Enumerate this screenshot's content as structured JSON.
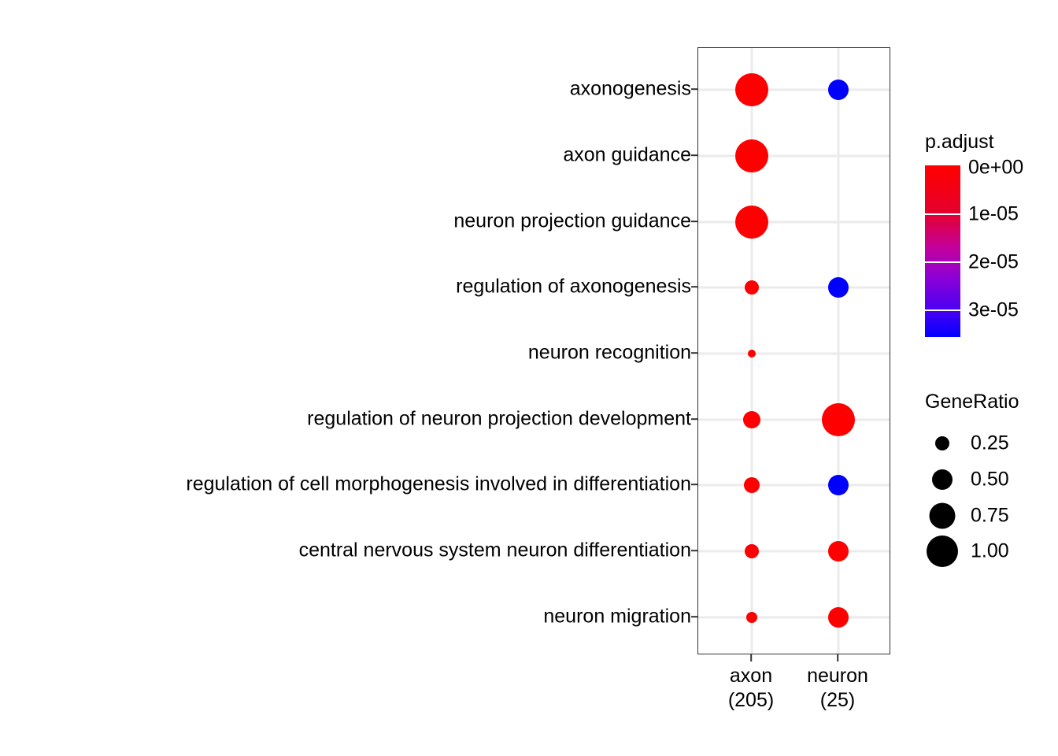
{
  "chart_data": {
    "type": "scatter",
    "subtype": "dotplot",
    "title": "",
    "xlabel": "",
    "ylabel": "",
    "grid": true,
    "categories_x": [
      "axon\n(205)",
      "neuron\n(25)"
    ],
    "x_tick_labels": [
      {
        "name": "axon",
        "count": "(205)"
      },
      {
        "name": "neuron",
        "count": "(25)"
      }
    ],
    "y_categories": [
      "axonogenesis",
      "axon guidance",
      "neuron projection guidance",
      "regulation of axonogenesis",
      "neuron recognition",
      "regulation of neuron projection development",
      "regulation of cell morphogenesis involved in differentiation",
      "central nervous system neuron differentiation",
      "neuron migration"
    ],
    "points": [
      {
        "x": "axon",
        "y": "axonogenesis",
        "GeneRatio": 1.0,
        "p.adjust": 0.0,
        "color": "#FF0000",
        "radius_px": 21
      },
      {
        "x": "neuron",
        "y": "axonogenesis",
        "GeneRatio": 0.52,
        "p.adjust": 3.5e-05,
        "color": "#0000FF",
        "radius_px": 13
      },
      {
        "x": "axon",
        "y": "axon guidance",
        "GeneRatio": 1.0,
        "p.adjust": 0.0,
        "color": "#FF0000",
        "radius_px": 21
      },
      {
        "x": "axon",
        "y": "neuron projection guidance",
        "GeneRatio": 1.0,
        "p.adjust": 0.0,
        "color": "#FF0000",
        "radius_px": 21
      },
      {
        "x": "axon",
        "y": "regulation of axonogenesis",
        "GeneRatio": 0.3,
        "p.adjust": 0.0,
        "color": "#FF0000",
        "radius_px": 9
      },
      {
        "x": "neuron",
        "y": "regulation of axonogenesis",
        "GeneRatio": 0.52,
        "p.adjust": 3.5e-05,
        "color": "#0000FF",
        "radius_px": 13
      },
      {
        "x": "axon",
        "y": "neuron recognition",
        "GeneRatio": 0.13,
        "p.adjust": 0.0,
        "color": "#FF0000",
        "radius_px": 5
      },
      {
        "x": "axon",
        "y": "regulation of neuron projection development",
        "GeneRatio": 0.38,
        "p.adjust": 0.0,
        "color": "#FF0000",
        "radius_px": 11
      },
      {
        "x": "neuron",
        "y": "regulation of neuron projection development",
        "GeneRatio": 1.0,
        "p.adjust": 0.0,
        "color": "#FF0000",
        "radius_px": 21
      },
      {
        "x": "axon",
        "y": "regulation of cell morphogenesis involved in differentiation",
        "GeneRatio": 0.33,
        "p.adjust": 0.0,
        "color": "#FF0000",
        "radius_px": 10
      },
      {
        "x": "neuron",
        "y": "regulation of cell morphogenesis involved in differentiation",
        "GeneRatio": 0.52,
        "p.adjust": 3.5e-05,
        "color": "#0000FF",
        "radius_px": 13
      },
      {
        "x": "axon",
        "y": "central nervous system neuron differentiation",
        "GeneRatio": 0.29,
        "p.adjust": 0.0,
        "color": "#FF0000",
        "radius_px": 9
      },
      {
        "x": "neuron",
        "y": "central nervous system neuron differentiation",
        "GeneRatio": 0.52,
        "p.adjust": 0.0,
        "color": "#FF0000",
        "radius_px": 13
      },
      {
        "x": "axon",
        "y": "neuron migration",
        "GeneRatio": 0.22,
        "p.adjust": 0.0,
        "color": "#FF0000",
        "radius_px": 7
      },
      {
        "x": "neuron",
        "y": "neuron migration",
        "GeneRatio": 0.52,
        "p.adjust": 0.0,
        "color": "#FF0000",
        "radius_px": 13
      }
    ],
    "legends": {
      "color": {
        "title": "p.adjust",
        "tick_labels": [
          "0e+00",
          "1e-05",
          "2e-05",
          "3e-05"
        ],
        "tick_values": [
          0,
          1e-05,
          2e-05,
          3e-05
        ],
        "range": [
          0,
          3.6e-05
        ],
        "high_color": "#FF0000",
        "low_color": "#0000FF",
        "position": "right"
      },
      "size": {
        "title": "GeneRatio",
        "labels": [
          "0.25",
          "0.50",
          "0.75",
          "1.00"
        ],
        "values": [
          0.25,
          0.5,
          0.75,
          1.0
        ],
        "key_color": "#000000",
        "position": "right"
      }
    }
  },
  "axes": {
    "y_labels": [
      "axonogenesis",
      "axon guidance",
      "neuron projection guidance",
      "regulation of axonogenesis",
      "neuron recognition",
      "regulation of neuron projection development",
      "regulation of cell morphogenesis involved in differentiation",
      "central nervous system neuron differentiation",
      "neuron migration"
    ],
    "x_labels": [
      {
        "line1": "axon",
        "line2": "(205)"
      },
      {
        "line1": "neuron",
        "line2": "(25)"
      }
    ]
  },
  "legend_color": {
    "title": "p.adjust",
    "labels": [
      "0e+00",
      "1e-05",
      "2e-05",
      "3e-05"
    ]
  },
  "legend_size": {
    "title": "GeneRatio",
    "labels": [
      "0.25",
      "0.50",
      "0.75",
      "1.00"
    ]
  }
}
